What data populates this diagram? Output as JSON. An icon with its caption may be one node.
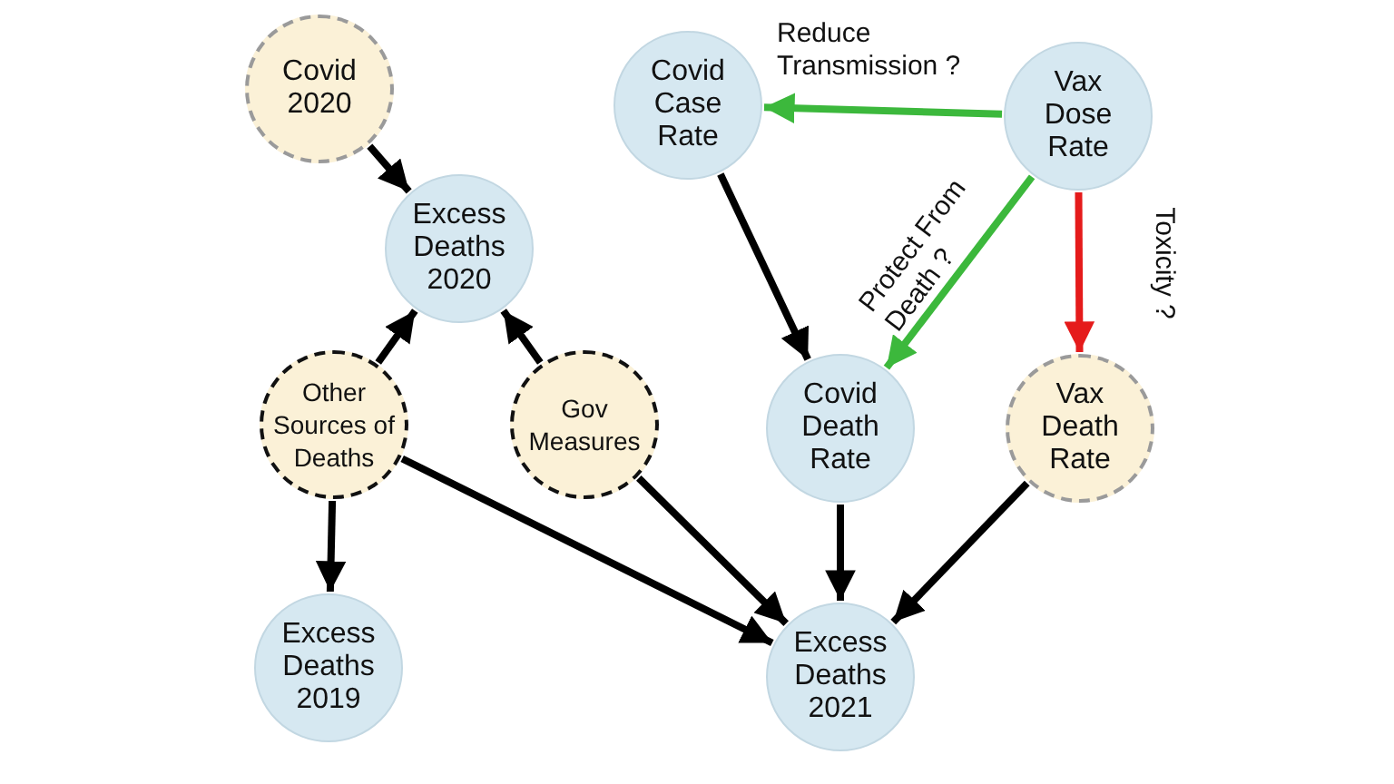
{
  "diagram": {
    "nodes": [
      {
        "text": [
          "Covid 2020"
        ]
      },
      {
        "text": [
          "Excess Deaths 2020"
        ]
      },
      {
        "text": [
          "Covid Case Rate"
        ]
      },
      {
        "text": [
          "Vax Dose Rate"
        ]
      },
      {
        "text": [
          "Other Sources of Deaths"
        ]
      },
      {
        "text": [
          "Gov Measures"
        ]
      },
      {
        "text": [
          "Covid Death Rate"
        ]
      },
      {
        "text": [
          "Vax Death Rate"
        ]
      },
      {
        "text": [
          "Excess Deaths 2019"
        ]
      },
      {
        "text": [
          "Excess Deaths 2021"
        ]
      }
    ],
    "edges": [
      {
        "from": 0,
        "to": 1,
        "arrow": "to"
      },
      {
        "from": 4,
        "to": 1,
        "arrow": "to"
      },
      {
        "from": 5,
        "to": 1,
        "arrow": "to"
      },
      {
        "from": 3,
        "to": 2,
        "arrow": "to",
        "label": "Reduce Transmission ?",
        "color": "#3cb83c"
      },
      {
        "from": 2,
        "to": 6,
        "arrow": "to"
      },
      {
        "from": 3,
        "to": 6,
        "arrow": "to",
        "label": "Protect From Death ?",
        "color": "#3cb83c"
      },
      {
        "from": 3,
        "to": 7,
        "arrow": "to",
        "label": "Toxicity ?",
        "color": "#e51b1b"
      },
      {
        "from": 4,
        "to": 8,
        "arrow": "to"
      },
      {
        "from": 4,
        "to": 9,
        "arrow": "to"
      },
      {
        "from": 5,
        "to": 9,
        "arrow": "to"
      },
      {
        "from": 6,
        "to": 9,
        "arrow": "to"
      },
      {
        "from": 7,
        "to": 9,
        "arrow": "to"
      }
    ]
  }
}
